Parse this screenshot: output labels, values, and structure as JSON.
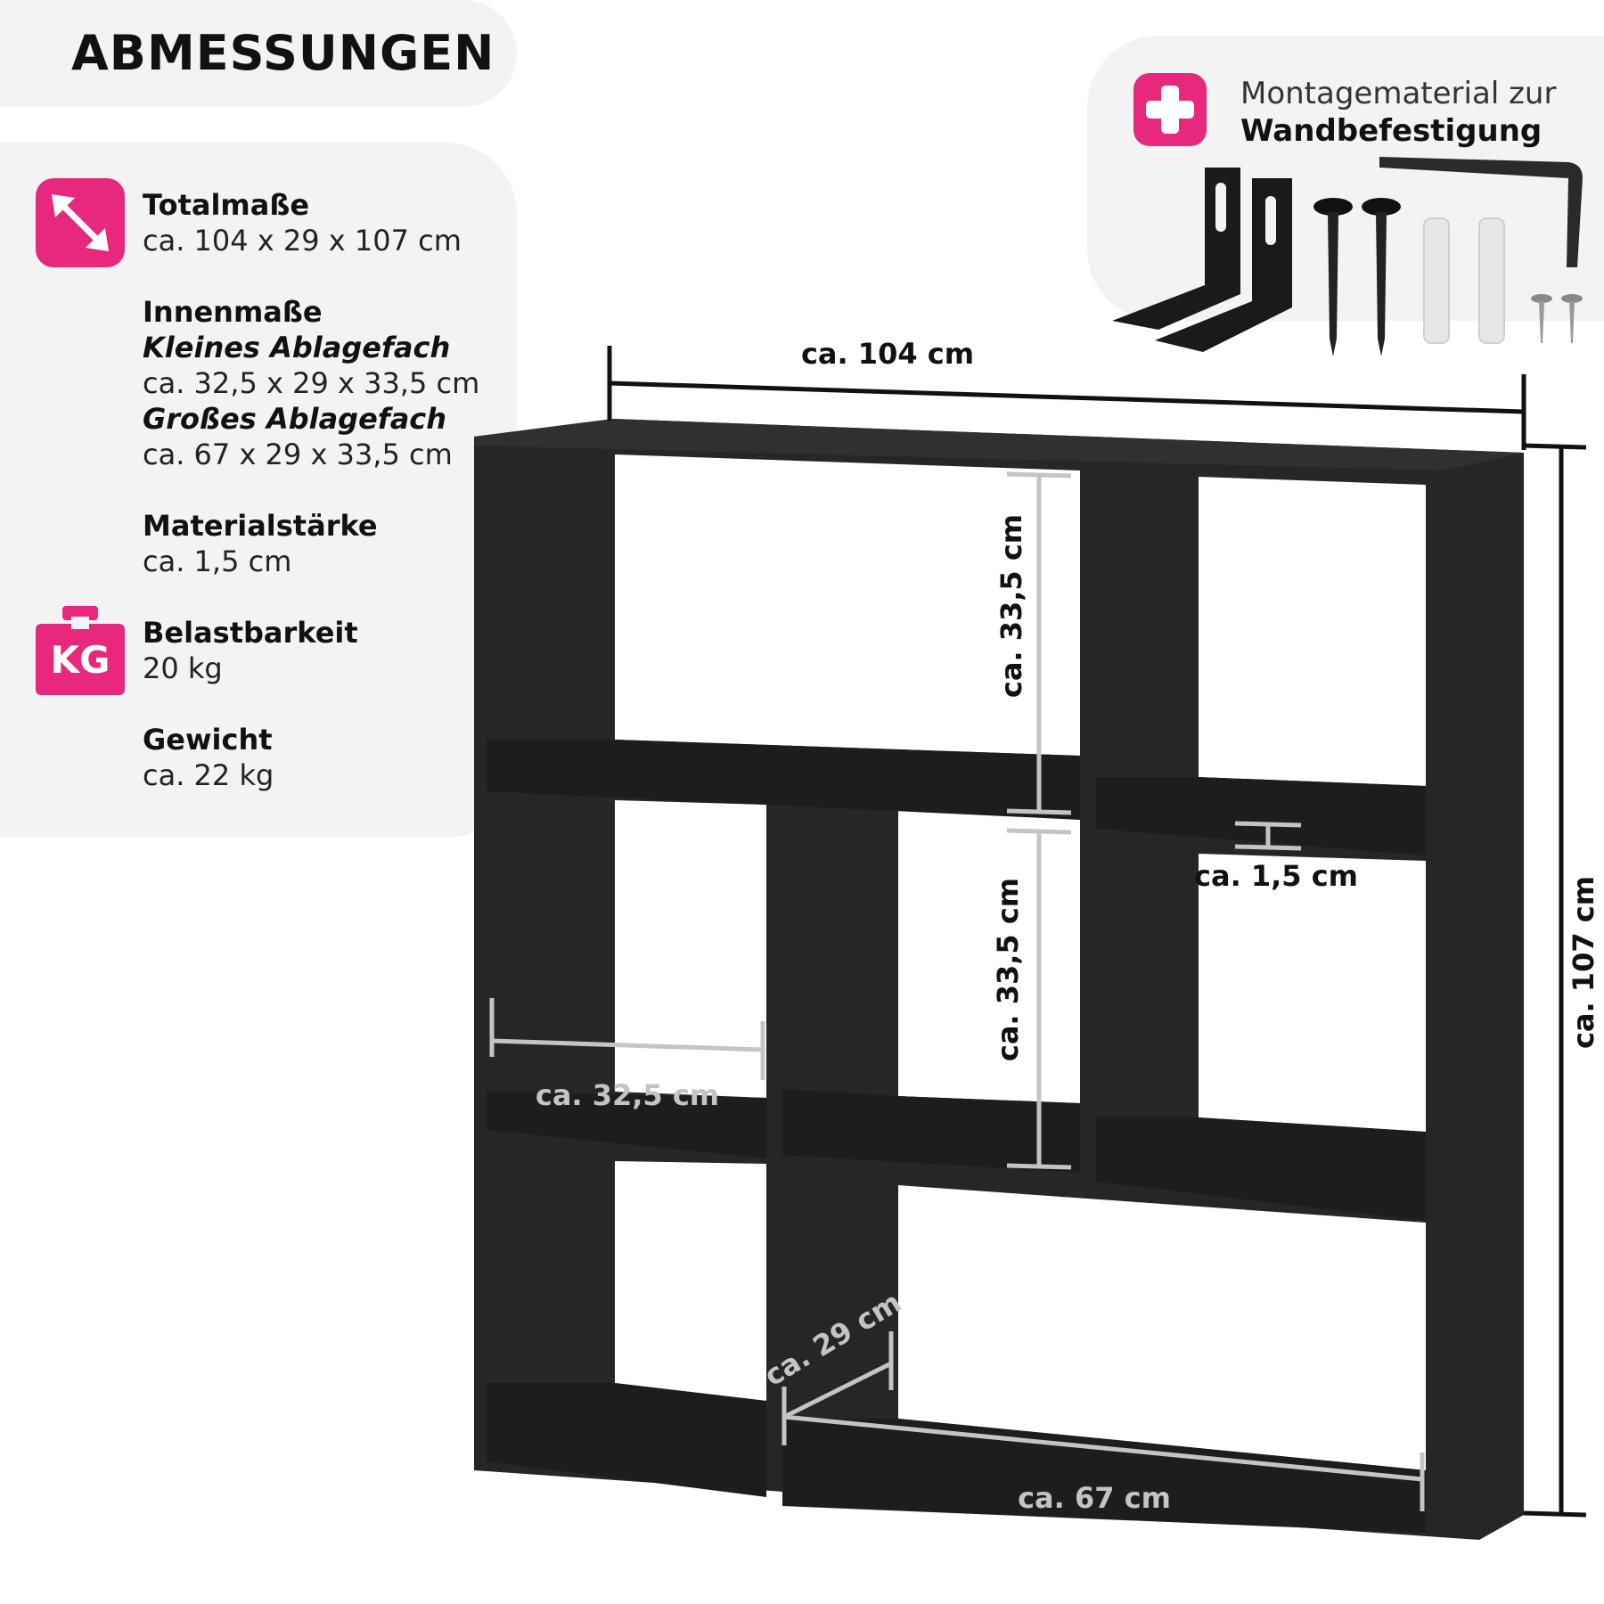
{
  "title": "ABMESSUNGEN",
  "specs": {
    "total_label": "Totalmaße",
    "total_value": "ca. 104 x 29 x 107 cm",
    "inner_label": "Innenmaße",
    "small_label": "Kleines Ablagefach",
    "small_value": "ca. 32,5 x 29 x 33,5 cm",
    "large_label": "Großes Ablagefach",
    "large_value": "ca. 67 x 29 x 33,5 cm",
    "material_label": "Materialstärke",
    "material_value": "ca. 1,5 cm",
    "load_label": "Belastbarkeit",
    "load_value": "20 kg",
    "weight_label": "Gewicht",
    "weight_value": "ca. 22 kg"
  },
  "icons": {
    "resize": "diagonal-arrow-icon",
    "weight": "kg-weight-icon",
    "weight_text": "KG",
    "plus": "plus-icon",
    "accent_color": "#e8287c"
  },
  "hardware": {
    "line1": "Montagematerial zur",
    "line2": "Wandbefestigung"
  },
  "dimensions": {
    "width": "ca. 104 cm",
    "height": "ca. 107 cm",
    "inner_height_top": "ca. 33,5 cm",
    "inner_height_mid": "ca. 33,5 cm",
    "thickness": "ca. 1,5 cm",
    "small_width": "ca. 32,5 cm",
    "depth": "ca. 29 cm",
    "large_width": "ca. 67 cm"
  },
  "colors": {
    "shelf": "#262626",
    "shelf_inner": "#1c1c1c",
    "measure_gray": "#c4c4c4",
    "measure_dark": "#111111"
  }
}
